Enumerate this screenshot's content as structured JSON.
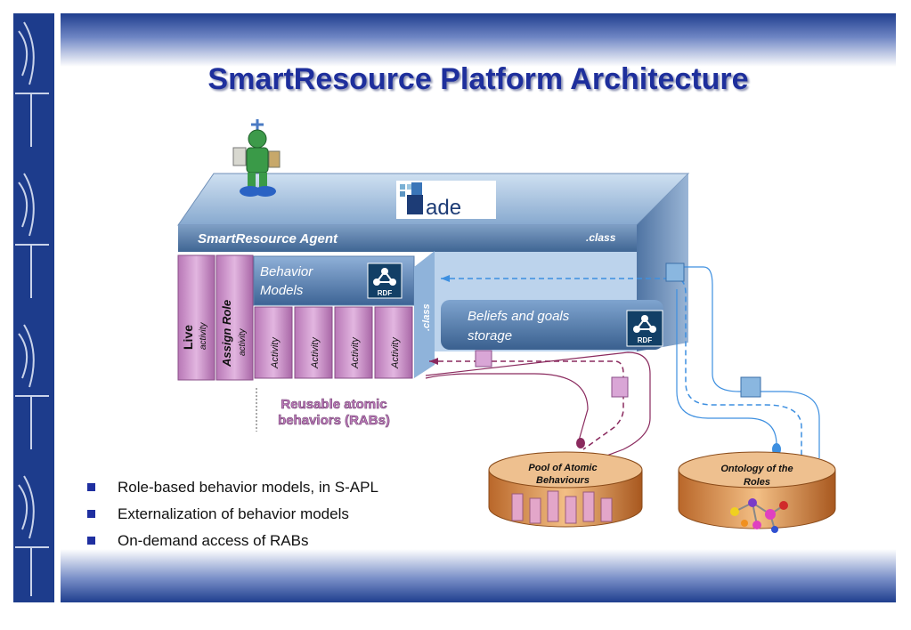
{
  "slide": {
    "title": "SmartResource Platform Architecture"
  },
  "diagram": {
    "logo_text": "ade",
    "agent_label": "SmartResource Agent",
    "class_label_top": ".class",
    "class_label_side": ".class",
    "behavior_models": [
      "Behavior",
      "Models"
    ],
    "beliefs_storage": [
      "Beliefs and goals",
      "storage"
    ],
    "live_activity": {
      "title": "Live",
      "sub": "activity"
    },
    "assign_role": {
      "title": "Assign Role",
      "sub": "activity"
    },
    "activities": [
      "Activity",
      "Activity",
      "Activity",
      "Activity"
    ],
    "rdf_badge": "RDF",
    "rabs_caption": [
      "Reusable atomic",
      "behaviors (RABs)"
    ],
    "pool_db": [
      "Pool of Atomic",
      "Behaviours"
    ],
    "ontology_db": [
      "Ontology of the",
      "Roles"
    ]
  },
  "bullets": [
    "Role-based behavior models, in S-APL",
    "Externalization of behavior models",
    "On-demand access of RABs"
  ],
  "colors": {
    "side_strip": "#1d3c8c",
    "title": "#1e2f9c",
    "agent_bar": "#5c81ad",
    "behavior_pink": "#c98bc7",
    "rabs_text": "#c07fbf",
    "bullet_square": "#1f2fa0",
    "flow_blue": "#3d8fe0",
    "flow_purple": "#8a2a5e"
  }
}
